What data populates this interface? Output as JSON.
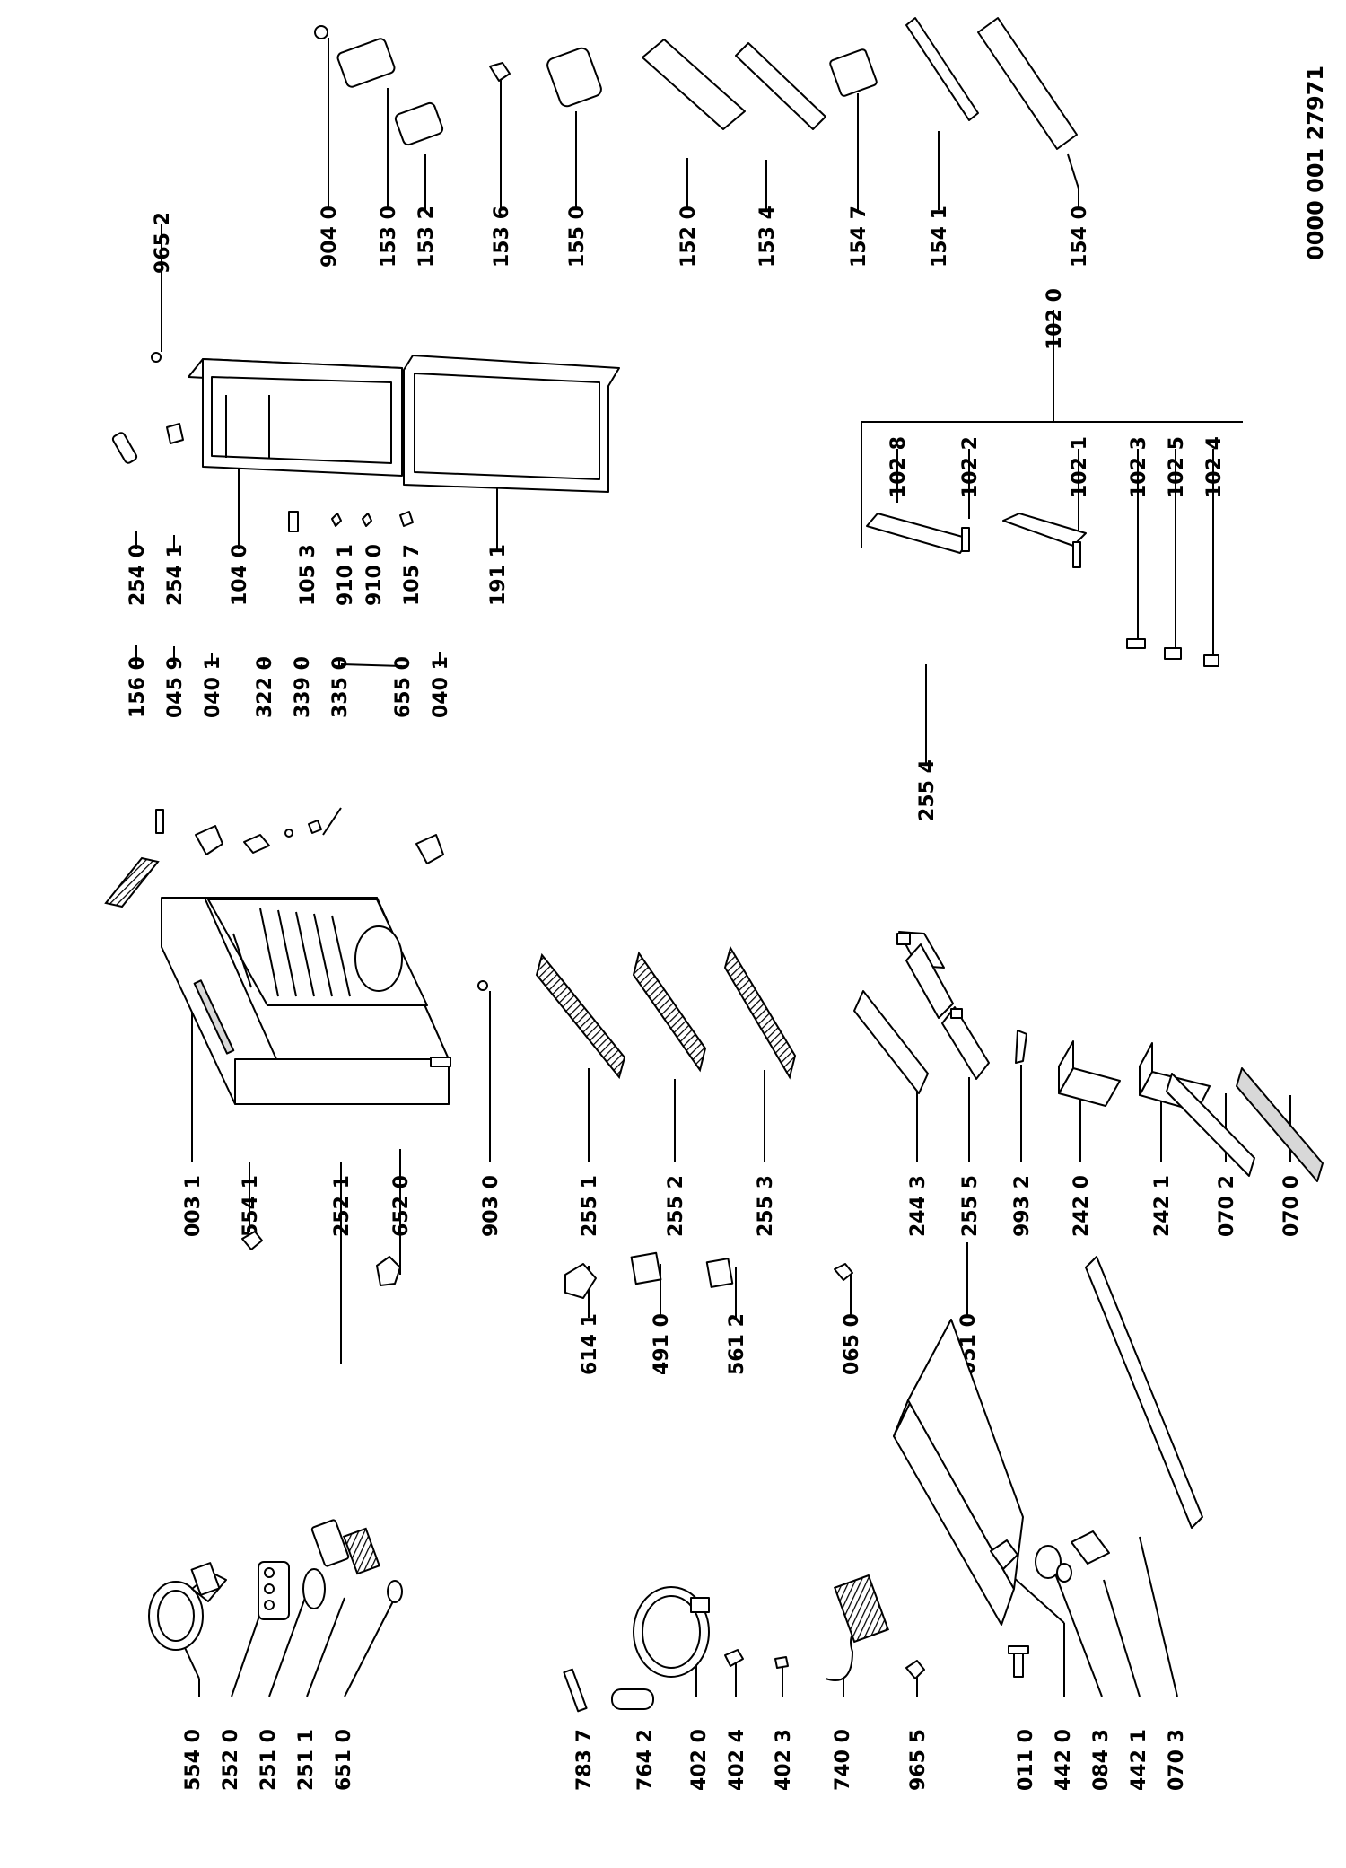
{
  "doc_code": "0000 001 27971",
  "labels": {
    "l5540": "554 0",
    "l2520": "252 0",
    "l2510": "251 0",
    "l2511": "251 1",
    "l6510": "651 0",
    "l7837": "783 7",
    "l7642": "764 2",
    "l4020": "402 0",
    "l4024": "402 4",
    "l4023": "402 3",
    "l7400": "740 0",
    "l9655": "965 5",
    "l0110": "011 0",
    "l4420": "442 0",
    "l0843": "084 3",
    "l4421": "442 1",
    "l0703": "070 3",
    "l0031": "003 1",
    "l5541": "554 1",
    "l2521": "252 1",
    "l6520": "652 0",
    "l9030": "903 0",
    "l2551": "255 1",
    "l2552": "255 2",
    "l2553": "255 3",
    "l6141": "614 1",
    "l4910": "491 0",
    "l5612": "561 2",
    "l0650": "065 0",
    "l0510": "051 0",
    "l2443": "244 3",
    "l2555": "255 5",
    "l9932": "993 2",
    "l2420": "242 0",
    "l2421": "242 1",
    "l0702": "070 2",
    "l0700": "070 0",
    "l2554": "255 4",
    "l1560": "156 0",
    "l0459": "045 9",
    "l0401a": "040 1",
    "l3220": "322 0",
    "l3390": "339 0",
    "l3350": "335 0",
    "l6550": "655 0",
    "l0401b": "040 1",
    "l2540": "254 0",
    "l2541": "254 1",
    "l1040": "104 0",
    "l1053": "105 3",
    "l9101": "910 1",
    "l9100": "910 0",
    "l1057": "105 7",
    "l1911": "191 1",
    "l9652": "965 2",
    "l1020": "102 0",
    "l1028": "102 8",
    "l1022": "102 2",
    "l1021": "102 1",
    "l1023": "102 3",
    "l1025": "102 5",
    "l1024": "102 4",
    "l9040": "904 0",
    "l1530": "153 0",
    "l1532": "153 2",
    "l1536": "153 6",
    "l1550": "155 0",
    "l1520": "152 0",
    "l1534": "153 4",
    "l1547": "154 7",
    "l1541": "154 1",
    "l1540": "154 0"
  }
}
